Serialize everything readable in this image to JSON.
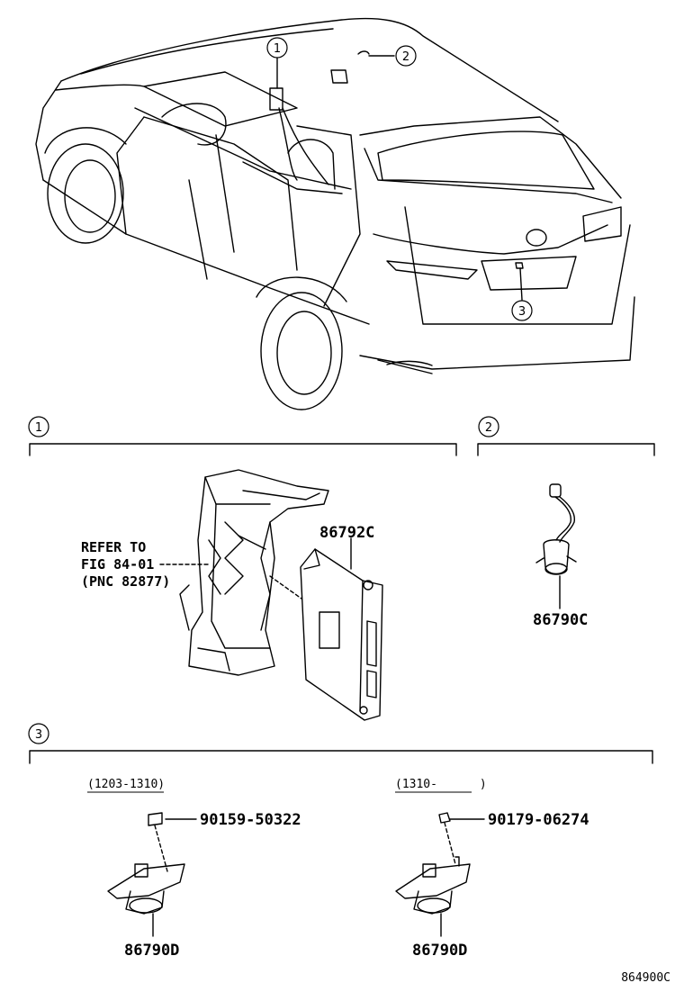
{
  "callouts": {
    "c1": "1",
    "c2": "2",
    "c3": "3"
  },
  "sections": {
    "s1": {
      "number": "1"
    },
    "s2": {
      "number": "2"
    },
    "s3": {
      "number": "3"
    }
  },
  "refer": {
    "line1": "REFER TO",
    "line2": "FIG 84-01",
    "line3": "(PNC 82877)"
  },
  "parts": {
    "computer": "86792C",
    "camera_front": "86790C",
    "screw_left": "90159-50322",
    "screw_right": "90179-06274",
    "camera_rear_left": "86790D",
    "camera_rear_right": "86790D"
  },
  "date_ranges": {
    "left": "(1203-1310)",
    "right": "(1310-      )"
  },
  "figure_code": "864900C"
}
